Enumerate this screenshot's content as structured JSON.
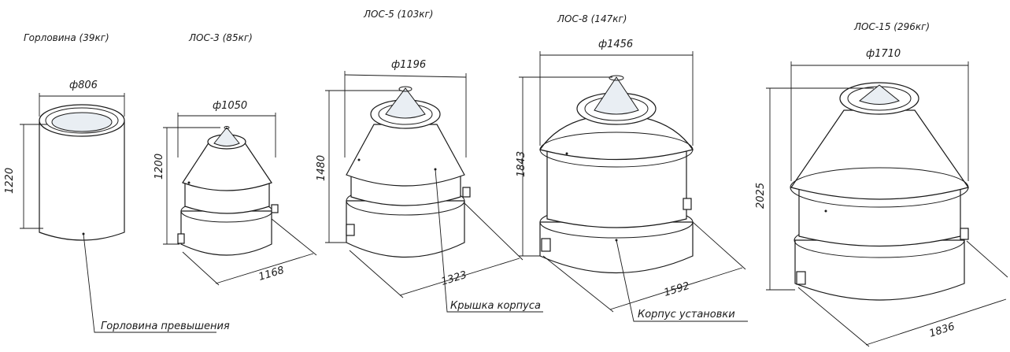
{
  "units": [
    {
      "id": "gorlovina",
      "title": "Горловина (39кг)",
      "diameter": "ф806",
      "height": "1220",
      "depth": ""
    },
    {
      "id": "los3",
      "title": "ЛОС-3 (85кг)",
      "diameter": "ф1050",
      "height": "1200",
      "depth": "1168"
    },
    {
      "id": "los5",
      "title": "ЛОС-5 (103кг)",
      "diameter": "ф1196",
      "height": "1480",
      "depth": "1323"
    },
    {
      "id": "los8",
      "title": "ЛОС-8 (147кг)",
      "diameter": "ф1456",
      "height": "1843",
      "depth": "1592"
    },
    {
      "id": "los15",
      "title": "ЛОС-15 (296кг)",
      "diameter": "ф1710",
      "height": "2025",
      "depth": "1836"
    }
  ],
  "callouts": {
    "neck": "Горловина превышения",
    "lid": "Крышка корпуса",
    "body": "Корпус установки"
  },
  "colors": {
    "line": "#1a1a1a",
    "background": "#ffffff",
    "inner_shade": "#e9eef3"
  }
}
